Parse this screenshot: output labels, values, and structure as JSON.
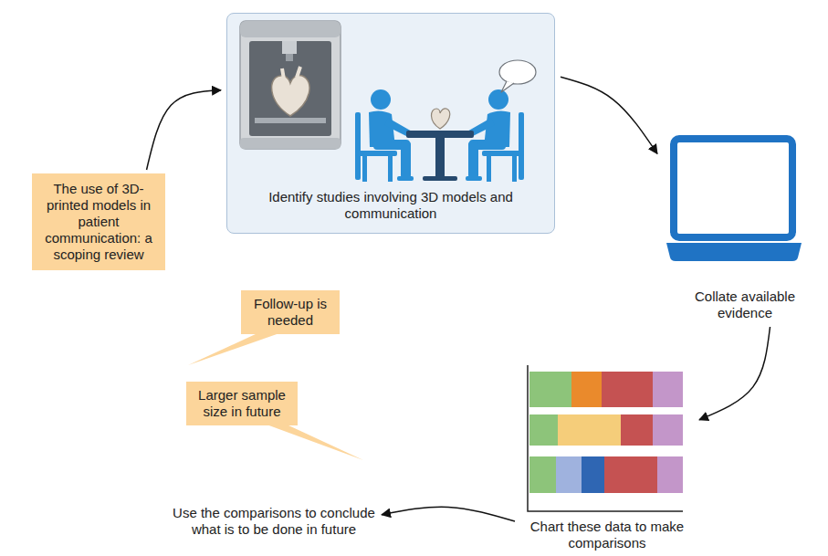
{
  "diagram": {
    "nodes": [
      {
        "text": [
          "The use of 3D-printed models in patient communication: a scoping review"
        ]
      },
      {
        "text": [
          "Identify studies involving 3D models and communication"
        ]
      },
      {
        "text": [
          "Collate available evidence"
        ]
      },
      {
        "text": [
          "Chart these data to make comparisons"
        ]
      },
      {
        "text": [
          "Use the comparisons to conclude what is to be done in future"
        ]
      },
      {
        "text": [
          "Follow-up is needed"
        ]
      },
      {
        "text": [
          "Larger sample size in future"
        ]
      }
    ],
    "edges": [
      {
        "from": 0,
        "to": 1,
        "arrow": "to"
      },
      {
        "from": 1,
        "to": 2,
        "arrow": "to"
      },
      {
        "from": 2,
        "to": 3,
        "arrow": "to"
      },
      {
        "from": 3,
        "to": 4,
        "arrow": "to"
      }
    ]
  }
}
